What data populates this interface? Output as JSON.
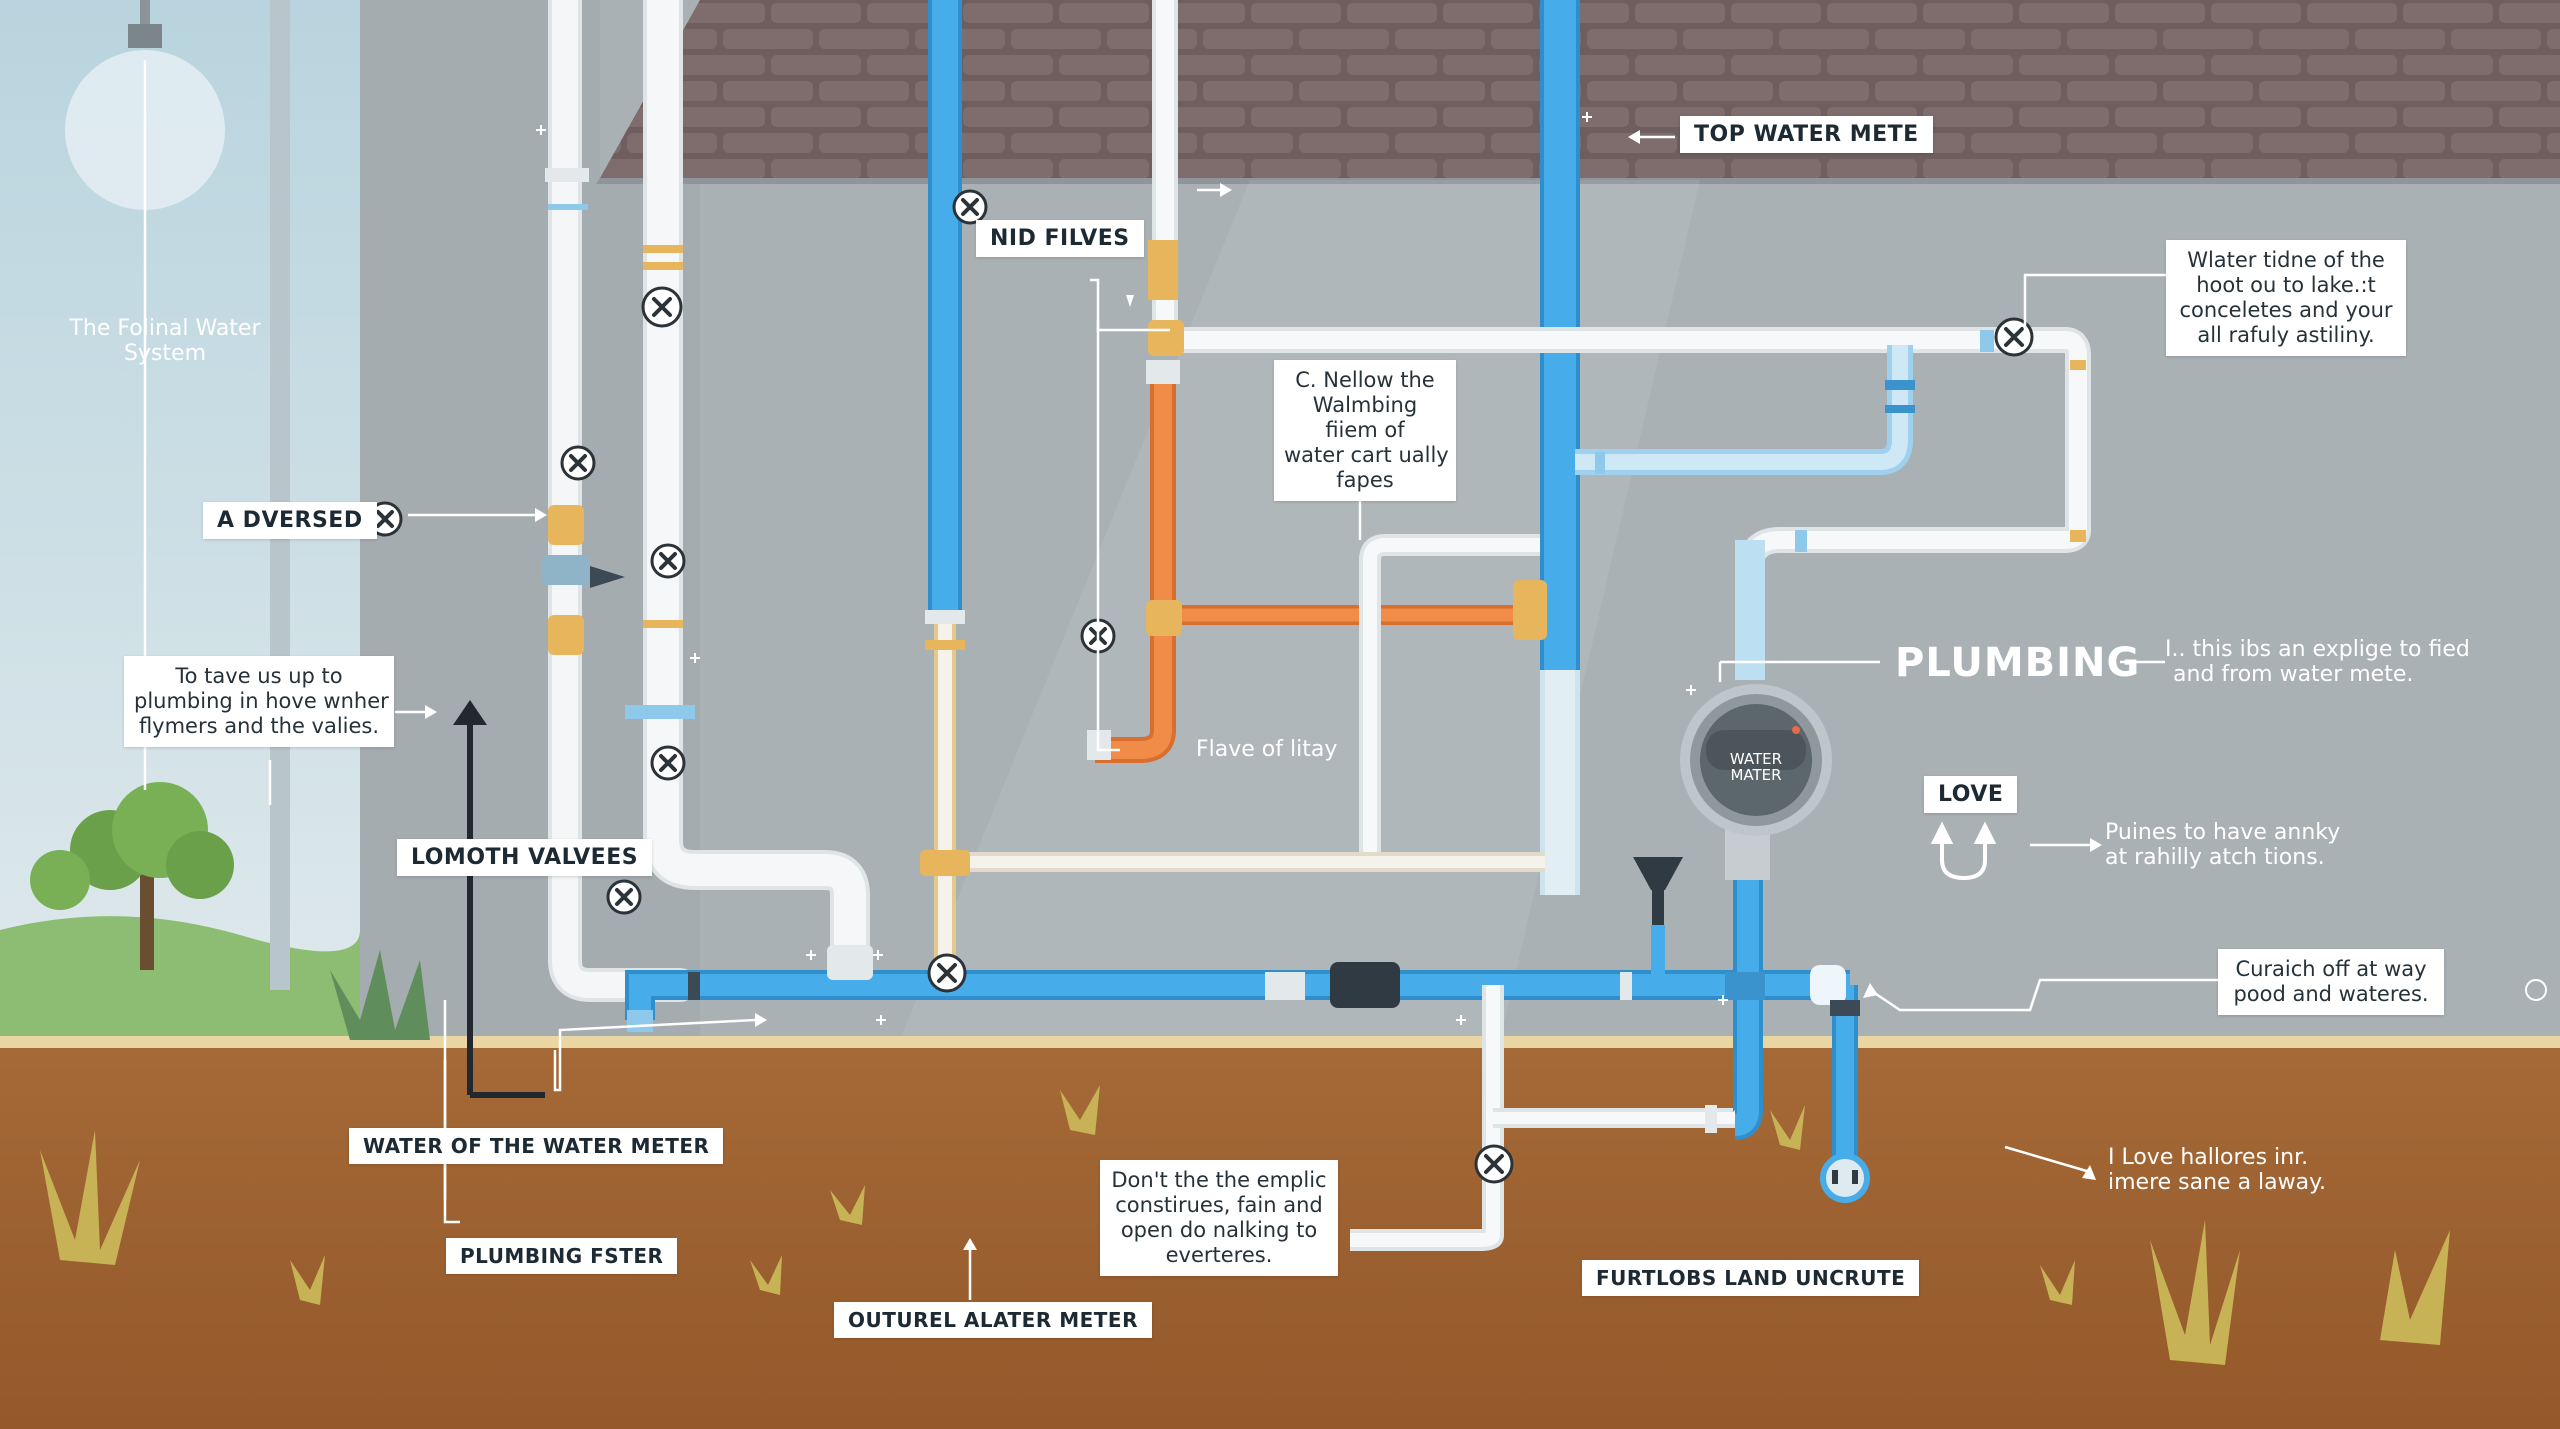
{
  "labels": {
    "top_water_mete": "TOP WATER METE",
    "nid_filves": "NID FILVES",
    "a_dversed": "A DVERSED",
    "lomoth_valvees": "LOMOTH VALVEES",
    "water_of_the_water_meter": "WATER OF THE WATER METER",
    "plumbing_fster": "PLUMBING FSTER",
    "outurel_alater_meter": "OUTUREL ALATER METER",
    "furtlobs_land_uncrute": "FURTLOBS LAND UNCRUTE",
    "love": "LOVE",
    "plumbing_title": "PLUMBING"
  },
  "notes": {
    "system_title": [
      "The Folinal Water",
      "System"
    ],
    "to_tave": [
      "To tave us up to",
      "plumbing in hove wnher",
      "flymers and the valies."
    ],
    "nellow": [
      "C. Nellow the",
      "Walmbing",
      "fiiem of",
      "water cart ually",
      "fapes"
    ],
    "wlater_tidne": [
      "Wlater tidne of the",
      "hoot ou to lake.:t",
      "conceletes and your",
      "all rafuly astiliny."
    ],
    "flave_of_litay": "Flave of litay",
    "this_ibs": [
      "I.. this ibs an explige to fied",
      "and from water mete."
    ],
    "puines": [
      "Puines to have annky",
      "at rahilly atch tions."
    ],
    "curaich": [
      "Curaich off at way",
      "pood and wateres."
    ],
    "dont_the": [
      "Don't the the emplic",
      "constirues, fain and",
      "open do nalking to",
      "everteres."
    ],
    "i_love": [
      "I Love hallores inr.",
      "imere sane a laway."
    ]
  },
  "meter": {
    "face_label": [
      "WATER",
      "MATER"
    ]
  },
  "colors": {
    "sky": "#c9dde4",
    "wall": "#a9b0b4",
    "brick": "#7e6c6c",
    "soil": "#9c5f2f",
    "pipe_blue": "#3ea6e3",
    "pipe_white": "#eef1f2",
    "pipe_orange": "#ee8743",
    "fitting_gold": "#e7b65c"
  },
  "icons": [
    "valve-x-icon",
    "water-meter-icon",
    "light-bulb-icon",
    "tree-icon",
    "grass-icon",
    "u-turn-arrow-icon",
    "funnel-icon",
    "arrow-icon"
  ]
}
